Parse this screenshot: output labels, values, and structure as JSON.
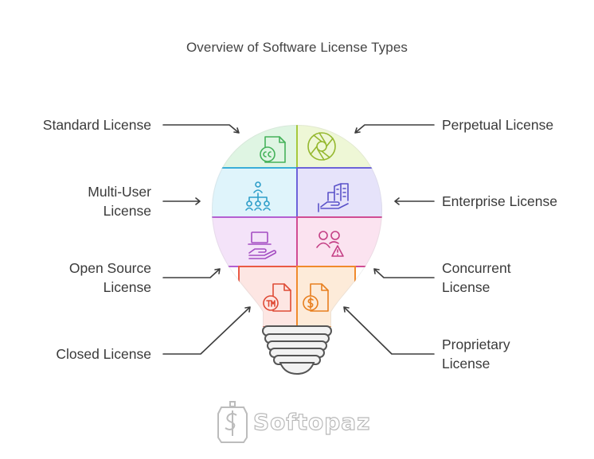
{
  "title": "Overview of Software License Types",
  "labels": {
    "standard": "Standard License",
    "multi_user_1": "Multi-User",
    "multi_user_2": "License",
    "open_source_1": "Open Source",
    "open_source_2": "License",
    "closed": "Closed License",
    "perpetual": "Perpetual License",
    "enterprise": "Enterprise License",
    "concurrent_1": "Concurrent",
    "concurrent_2": "License",
    "proprietary_1": "Proprietary",
    "proprietary_2": "License"
  },
  "segments": [
    {
      "name": "standard",
      "fill": "#dff5e3",
      "stroke": "#5bc46d",
      "icon": "creative-commons-document-icon"
    },
    {
      "name": "perpetual",
      "fill": "#eef7d6",
      "stroke": "#a6c93c",
      "icon": "aperture-icon"
    },
    {
      "name": "multi-user",
      "fill": "#dff4fb",
      "stroke": "#3aaed8",
      "icon": "hierarchy-people-icon"
    },
    {
      "name": "enterprise",
      "fill": "#e6e3fa",
      "stroke": "#6c63d9",
      "icon": "buildings-hand-icon"
    },
    {
      "name": "open-source",
      "fill": "#f4e3f9",
      "stroke": "#b45fd1",
      "icon": "laptop-hand-icon"
    },
    {
      "name": "concurrent",
      "fill": "#fbe3f0",
      "stroke": "#d14c93",
      "icon": "people-warning-icon"
    },
    {
      "name": "closed",
      "fill": "#fde6e3",
      "stroke": "#ea5a45",
      "icon": "trademark-document-icon"
    },
    {
      "name": "proprietary",
      "fill": "#fdebd9",
      "stroke": "#f08a2c",
      "icon": "dollar-document-icon"
    }
  ],
  "brand": "Softopaz"
}
